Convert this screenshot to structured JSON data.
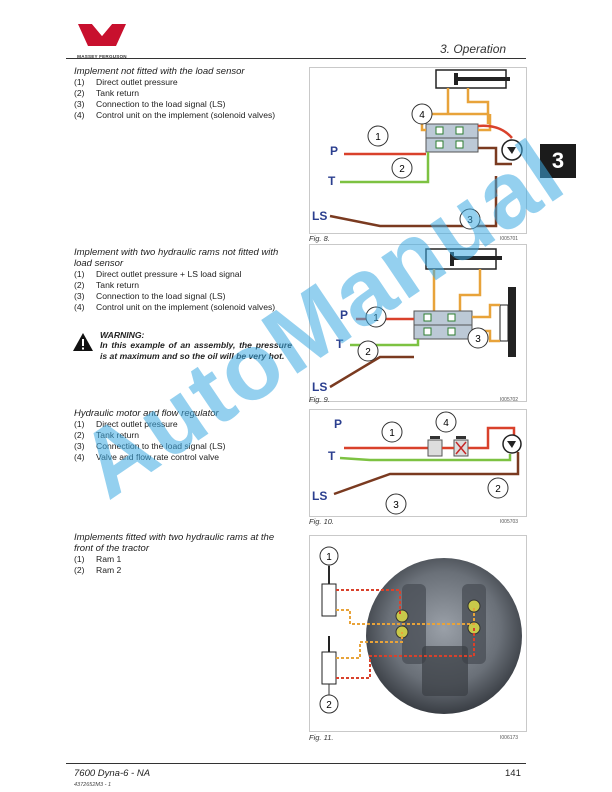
{
  "header": {
    "brand": "MASSEY FERGUSON",
    "chapter": "3. Operation",
    "tab": "3"
  },
  "sections": [
    {
      "title": "Implement not fitted with the load sensor",
      "items": [
        {
          "num": "(1)",
          "text": "Direct outlet pressure"
        },
        {
          "num": "(2)",
          "text": "Tank return"
        },
        {
          "num": "(3)",
          "text": "Connection to the load signal (LS)"
        },
        {
          "num": "(4)",
          "text": "Control unit on the implement (solenoid valves)"
        }
      ]
    },
    {
      "title": "Implement with two hydraulic rams not fitted with load sensor",
      "items": [
        {
          "num": "(1)",
          "text": "Direct outlet pressure + LS load signal"
        },
        {
          "num": "(2)",
          "text": "Tank return"
        },
        {
          "num": "(3)",
          "text": "Connection to the load signal (LS)"
        },
        {
          "num": "(4)",
          "text": "Control unit on the implement (solenoid valves)"
        }
      ]
    },
    {
      "title": "Hydraulic motor and flow regulator",
      "items": [
        {
          "num": "(1)",
          "text": "Direct outlet pressure"
        },
        {
          "num": "(2)",
          "text": "Tank return"
        },
        {
          "num": "(3)",
          "text": "Connection to the load signal (LS)"
        },
        {
          "num": "(4)",
          "text": "Valve and flow rate control valve"
        }
      ]
    },
    {
      "title": "Implements fitted with two hydraulic rams at the front of the tractor",
      "items": [
        {
          "num": "(1)",
          "text": "Ram 1"
        },
        {
          "num": "(2)",
          "text": "Ram 2"
        }
      ]
    }
  ],
  "warning": {
    "title": "WARNING:",
    "text": "In this example of an assembly, the pressure is at maximum and so the oil will be very hot."
  },
  "figures": [
    {
      "caption": "Fig. 8.",
      "code": "I005701",
      "labels": {
        "p": "P",
        "t": "T",
        "ls": "LS",
        "n1": "1",
        "n2": "2",
        "n3": "3",
        "n4": "4"
      }
    },
    {
      "caption": "Fig. 9.",
      "code": "I005702",
      "labels": {
        "p": "P",
        "t": "T",
        "ls": "LS",
        "n1": "1",
        "n2": "2",
        "n3": "3"
      }
    },
    {
      "caption": "Fig. 10.",
      "code": "I005703",
      "labels": {
        "p": "P",
        "t": "T",
        "ls": "LS",
        "n1": "1",
        "n2": "2",
        "n3": "3",
        "n4": "4"
      }
    },
    {
      "caption": "Fig. 11.",
      "code": "I006173",
      "labels": {
        "n1": "1",
        "n2": "2"
      }
    }
  ],
  "footer": {
    "model": "7600 Dyna-6 - NA",
    "doc_code": "4372652M3 - 1",
    "page": "141"
  },
  "watermark": "AutoManual",
  "colors": {
    "pressure": "#d9412b",
    "tank": "#7dc242",
    "ls": "#7a3a20",
    "control": "#e8a33a",
    "label_blue": "#2b3f8f",
    "watermark": "#3caae1"
  }
}
